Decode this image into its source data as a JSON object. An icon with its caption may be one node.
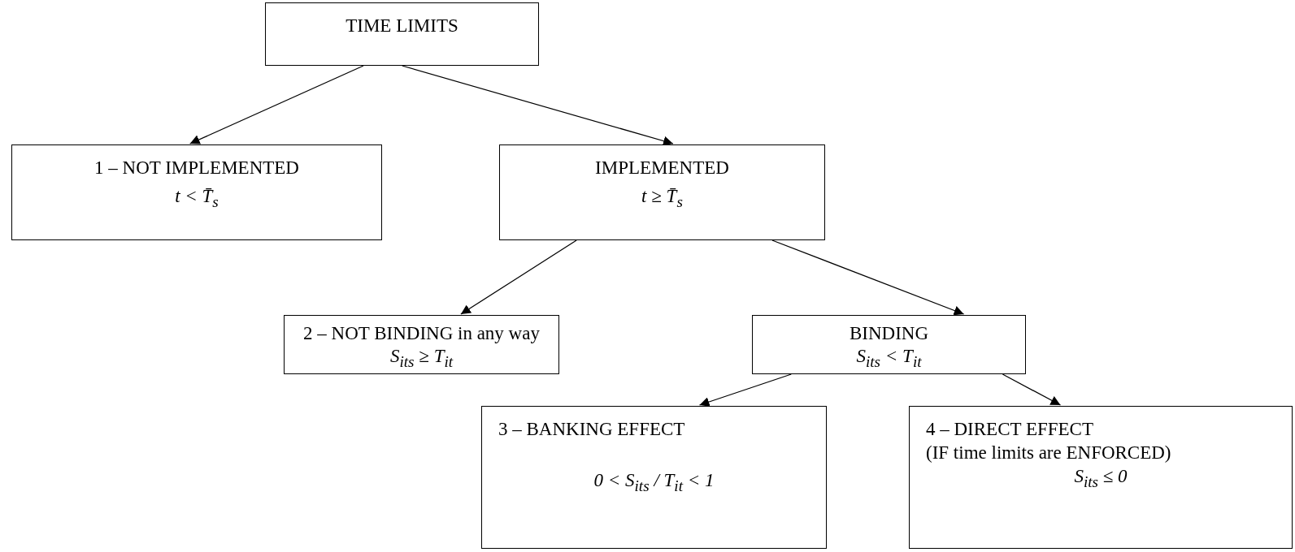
{
  "diagram": {
    "nodes": [
      {
        "text": [
          "TIME LIMITS"
        ]
      },
      {
        "text": [
          "1 – NOT IMPLEMENTED",
          "t < T̄$_{s}$"
        ]
      },
      {
        "text": [
          "IMPLEMENTED",
          "t ≥ T̄$_{s}$"
        ]
      },
      {
        "text": [
          "2 – NOT BINDING in any way",
          "S$_{its}$ ≥ T$_{it}$"
        ]
      },
      {
        "text": [
          "BINDING",
          "S$_{its}$ < T$_{it}$"
        ]
      },
      {
        "text": [
          "3 – BANKING EFFECT",
          "0 < S$_{its}$ / T$_{it}$ < 1"
        ]
      },
      {
        "text": [
          "4 – DIRECT EFFECT",
          "(IF time limits are ENFORCED)",
          "S$_{its}$ ≤ 0"
        ]
      }
    ],
    "edges": [
      {
        "from": 0,
        "to": 1,
        "arrow": "to"
      },
      {
        "from": 0,
        "to": 2,
        "arrow": "to"
      },
      {
        "from": 2,
        "to": 3,
        "arrow": "to"
      },
      {
        "from": 2,
        "to": 4,
        "arrow": "to"
      },
      {
        "from": 4,
        "to": 5,
        "arrow": "to"
      },
      {
        "from": 4,
        "to": 6,
        "arrow": "to"
      }
    ]
  }
}
